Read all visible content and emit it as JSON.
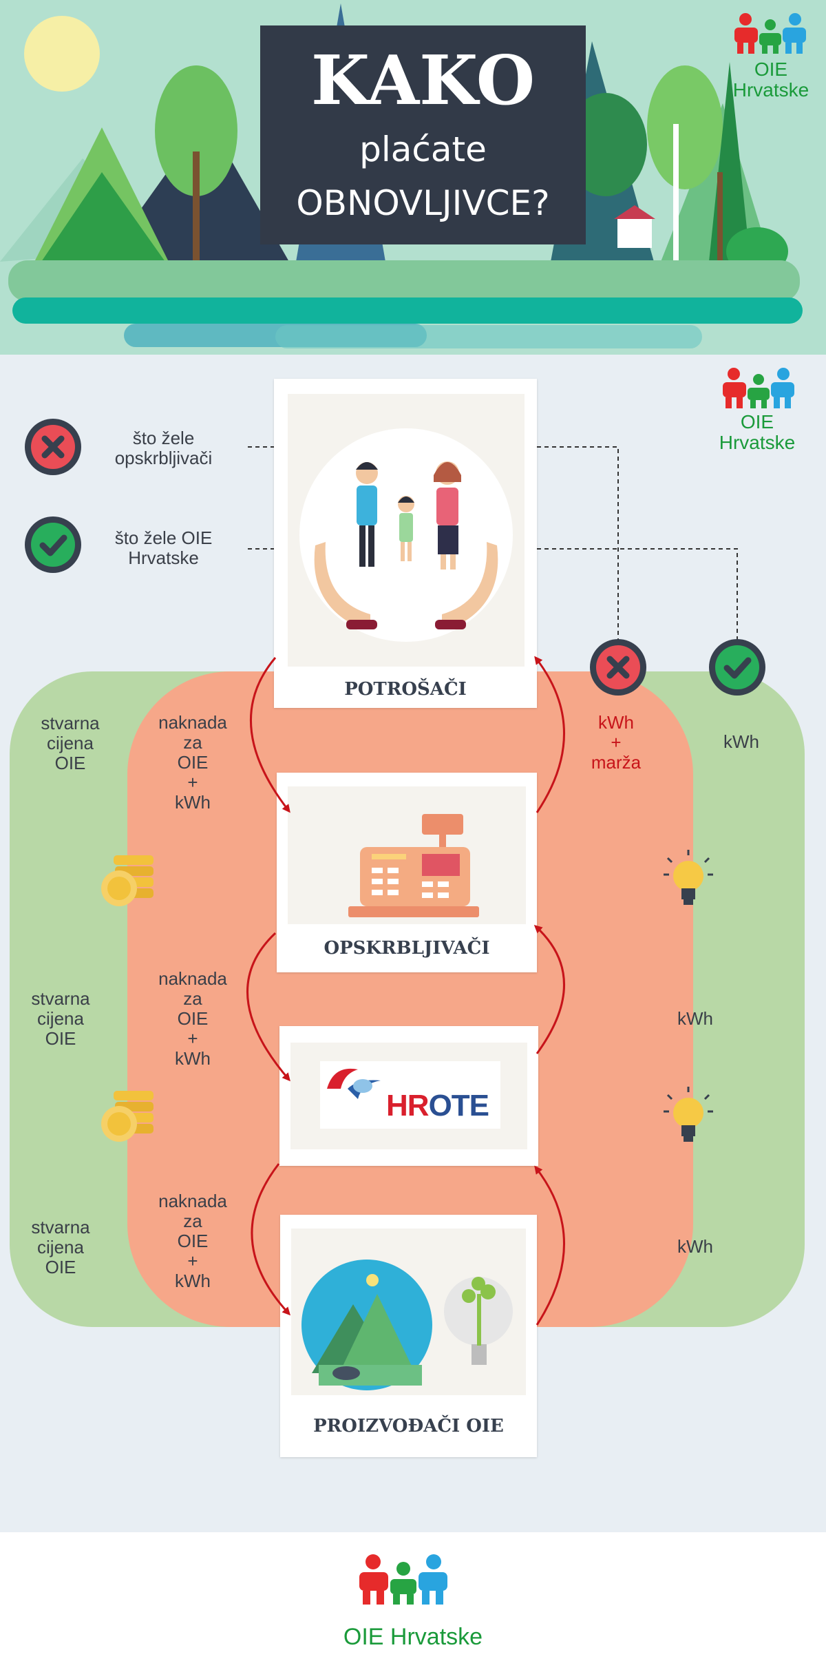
{
  "header": {
    "title_main": "KAKO",
    "title_line1": "plaćate",
    "title_line2": "OBNOVLJIVCE?"
  },
  "logo": {
    "line1": "OIE",
    "line2": "Hrvatske",
    "full": "OIE Hrvatske"
  },
  "legend": {
    "bad_label": "što žele opskrbljivači",
    "good_label": "što žele OIE Hrvatske"
  },
  "cards": {
    "consumers": "POTROŠAČI",
    "suppliers": "OPSKRBLJIVAČI",
    "operator": "HROTE",
    "producers": "PROIZVOĐAČI OIE"
  },
  "left_flow": {
    "payment": [
      "naknada",
      "za",
      "OIE",
      "+",
      "kWh"
    ],
    "real_price": [
      "stvarna",
      "cijena",
      "OIE"
    ]
  },
  "right_flow": {
    "kwh": "kWh",
    "supplier_request": [
      "kWh",
      "+",
      "marža"
    ]
  },
  "colors": {
    "title_box": "#323a48",
    "green_panel": "#b8d8a6",
    "salmon_panel": "#f6a789",
    "arrow": "#c7141a",
    "logo_green": "#1a9a3a"
  }
}
